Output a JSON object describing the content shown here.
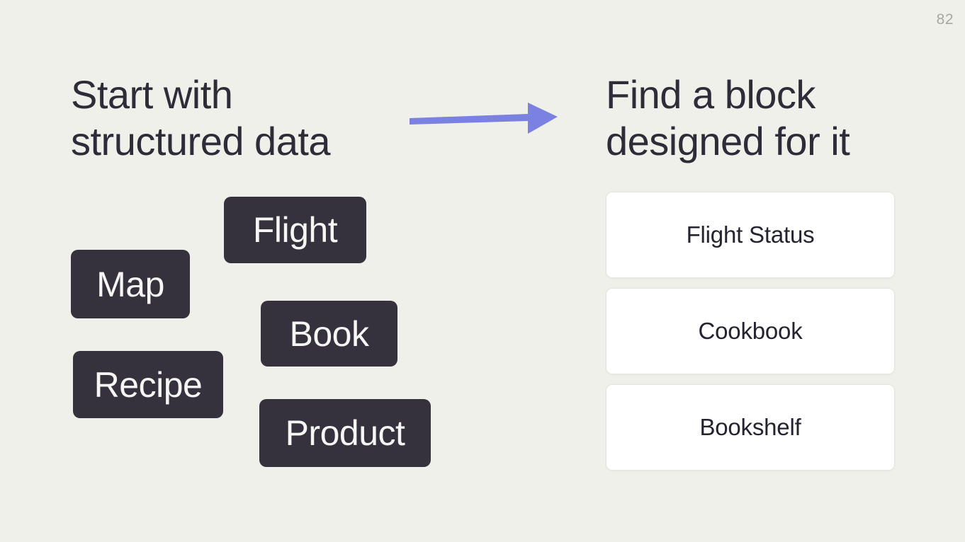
{
  "page": {
    "number": "82"
  },
  "left_section": {
    "heading_line1": "Start with",
    "heading_line2": "structured data",
    "tags": [
      {
        "label": "Flight"
      },
      {
        "label": "Map"
      },
      {
        "label": "Book"
      },
      {
        "label": "Recipe"
      },
      {
        "label": "Product"
      }
    ]
  },
  "right_section": {
    "heading_line1": "Find a block",
    "heading_line2": "designed for it",
    "cards": [
      {
        "label": "Flight Status"
      },
      {
        "label": "Cookbook"
      },
      {
        "label": "Bookshelf"
      }
    ]
  },
  "icons": {
    "arrow_right": "right-arrow"
  },
  "colors": {
    "background": "#eff0e9",
    "heading_text": "#2e2c38",
    "tag_background": "#35323e",
    "tag_text": "#f6f6f4",
    "card_background": "#ffffff",
    "card_border": "#e3e4dd",
    "card_text": "#242330",
    "arrow": "#7b81e0",
    "page_number": "#a7a8a0"
  }
}
